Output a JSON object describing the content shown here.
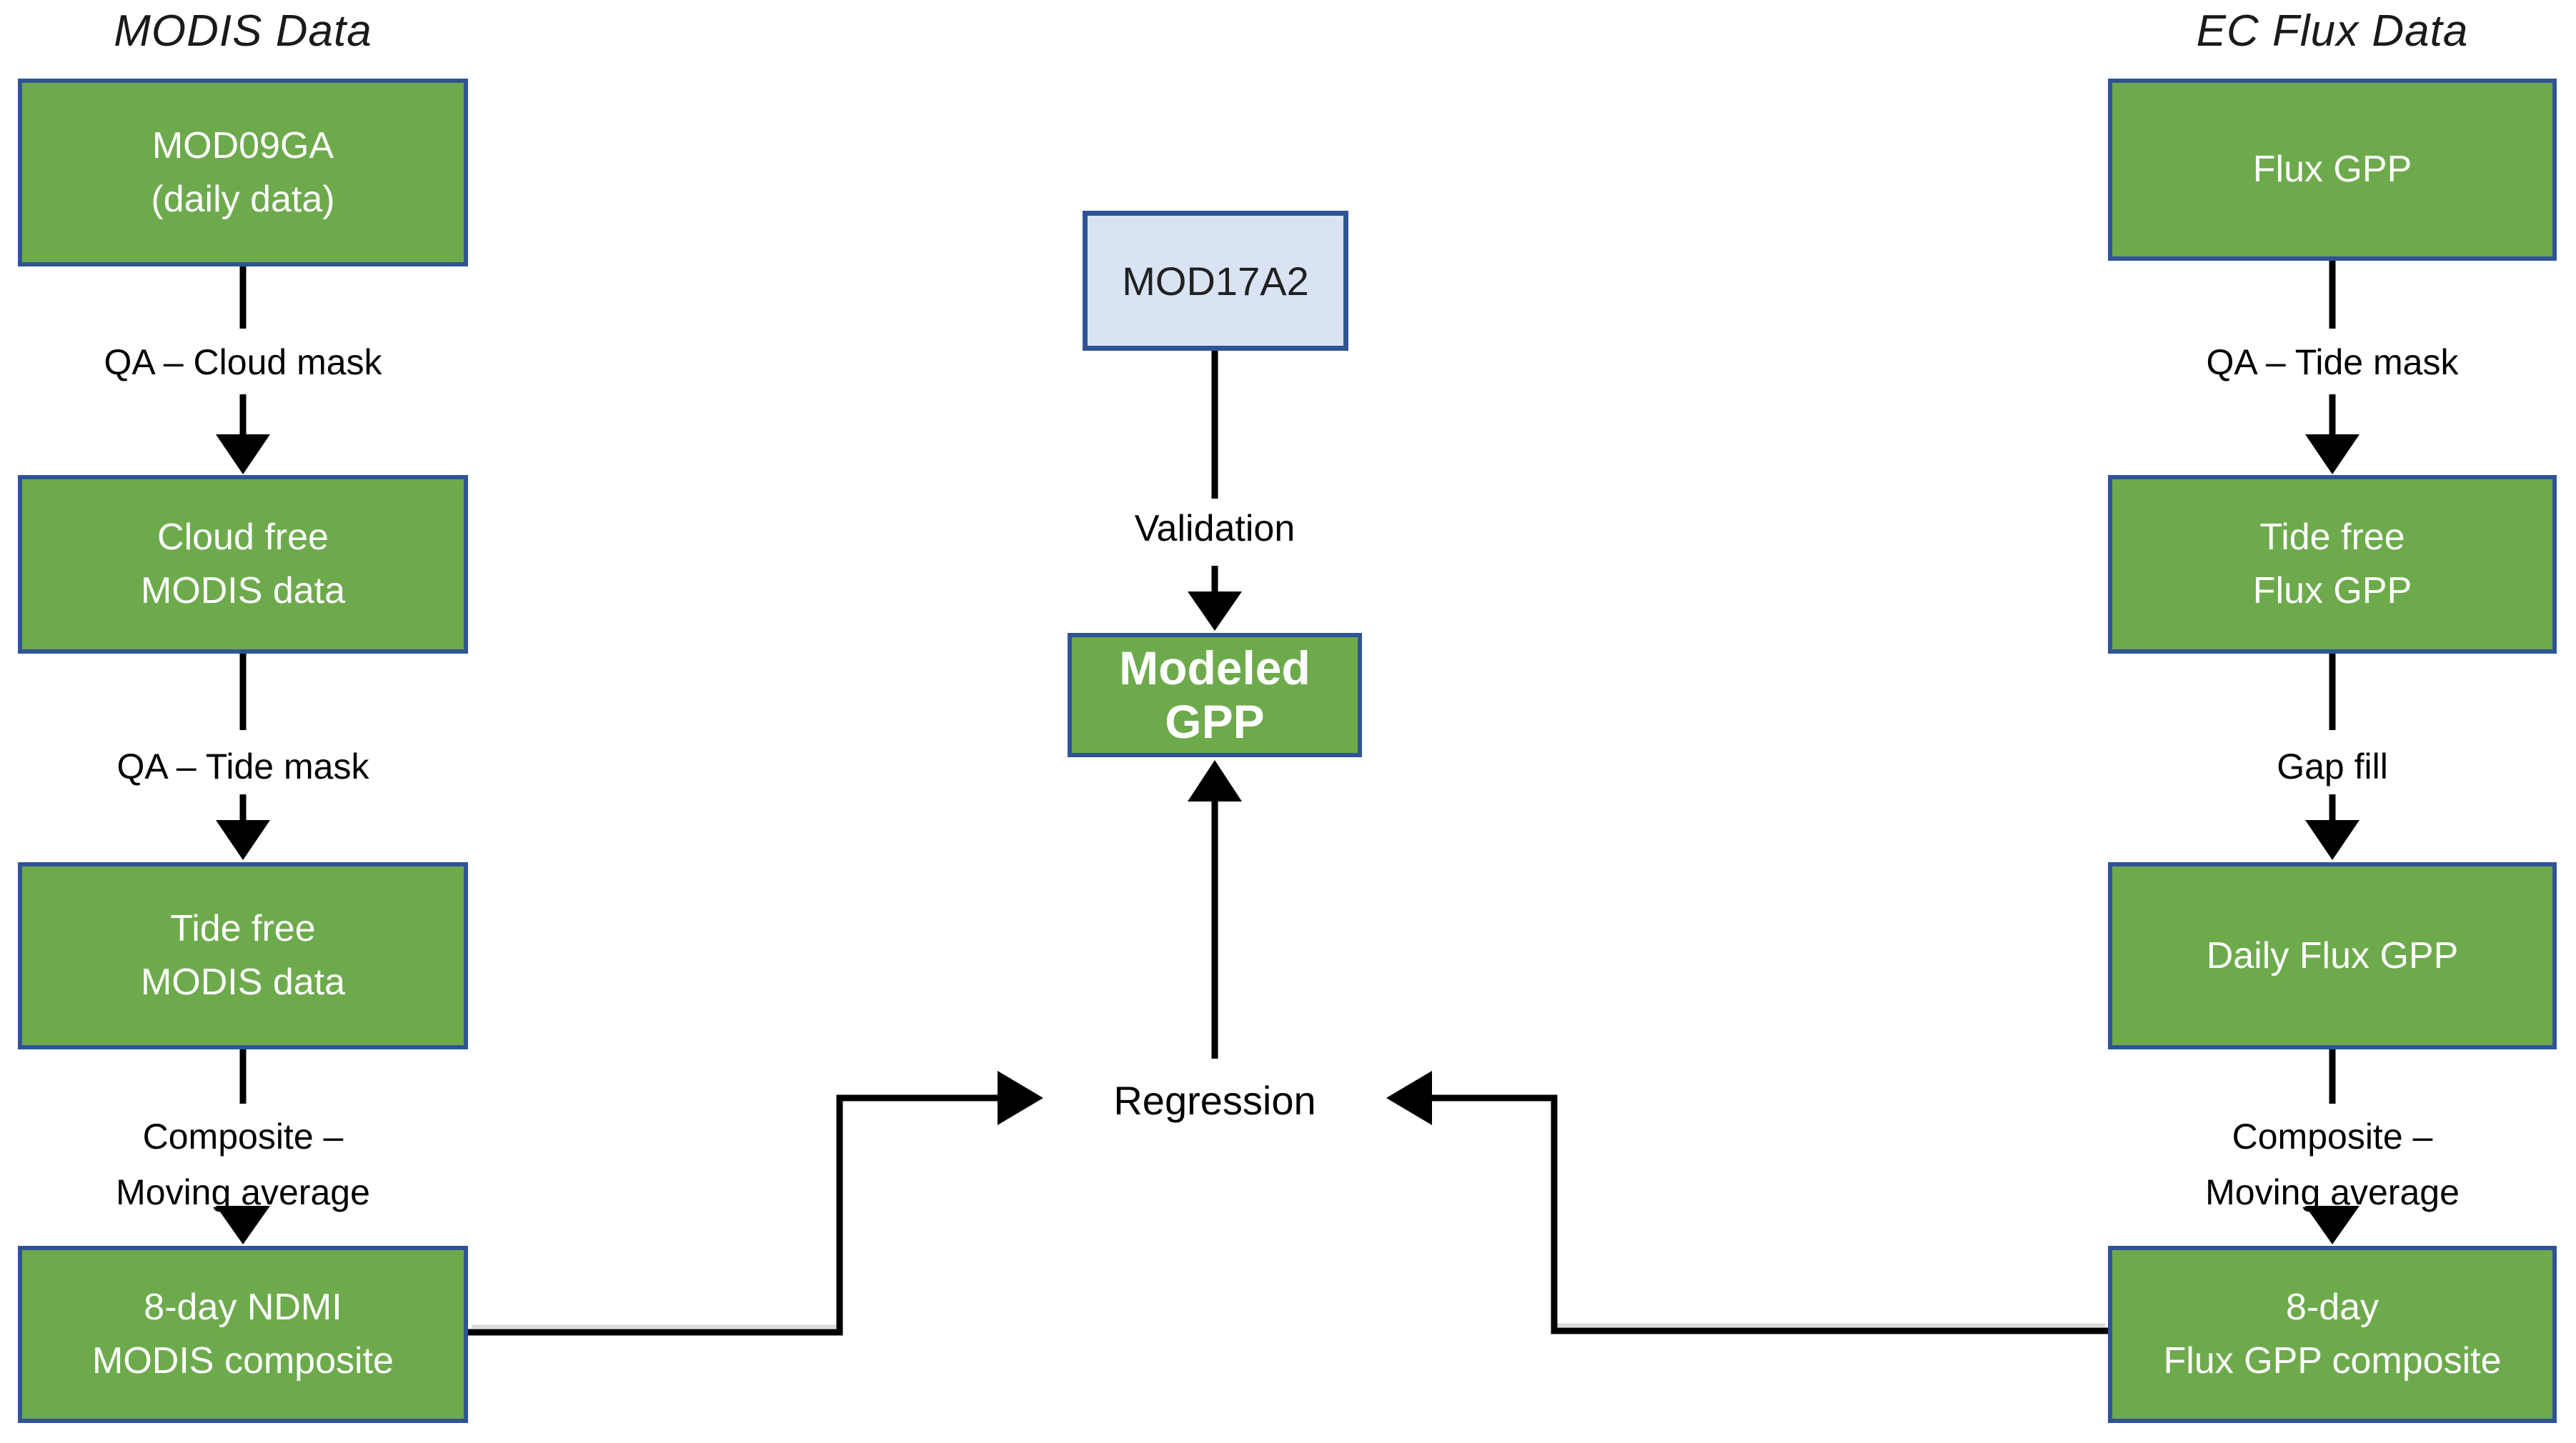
{
  "figure": {
    "left": {
      "title": "MODIS Data",
      "box1_line1": "MOD09GA",
      "box1_line2": "(daily data)",
      "label1": "QA – Cloud mask",
      "box2_line1": "Cloud free",
      "box2_line2": "MODIS data",
      "label2": "QA – Tide mask",
      "box3_line1": "Tide free",
      "box3_line2": "MODIS data",
      "label3_line1": "Composite –",
      "label3_line2": "Moving average",
      "box4_line1": "8-day NDMI",
      "box4_line2": "MODIS composite"
    },
    "center": {
      "top_box": "MOD17A2",
      "validation": "Validation",
      "result_box": "Modeled GPP",
      "regression": "Regression"
    },
    "right": {
      "title": "EC Flux Data",
      "box1": "Flux GPP",
      "label1": "QA – Tide mask",
      "box2_line1": "Tide free",
      "box2_line2": "Flux GPP",
      "label2": "Gap fill",
      "box3": "Daily Flux GPP",
      "label3_line1": "Composite –",
      "label3_line2": "Moving average",
      "box4_line1": "8-day",
      "box4_line2": "Flux GPP composite"
    },
    "colors": {
      "box_green": "#6DAA4C",
      "box_border_blue": "#2E5496",
      "box_light_blue": "#DAE3F3",
      "connector_black": "#000000",
      "connector_highlight_gray": "#D9D9D9",
      "background": "#FFFFFF"
    }
  }
}
